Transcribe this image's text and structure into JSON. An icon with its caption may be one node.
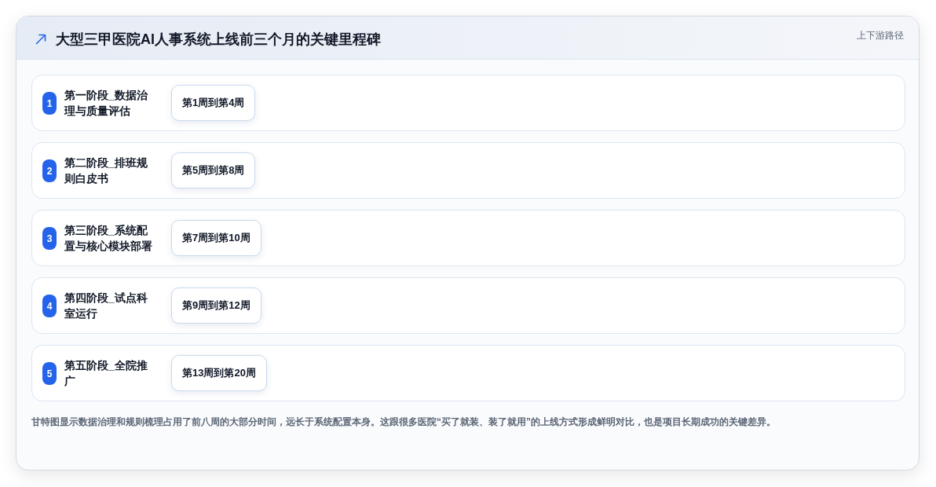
{
  "diagram": {
    "title": "大型三甲医院AI人事系统上线前三个月的关键里程碑",
    "caption": "甘特图显示数据治理和规则梳理占用了前八周的大部分时间，远长于系统配置本身。这跟很多医院“买了就装、装了就用”的上线方式形成鲜明对比，也是项目长期成功的关键差异。",
    "nodes": [
      {
        "text": [
          "第一阶段_数据治理与质量评估"
        ]
      },
      {
        "text": [
          "1"
        ],
        "in": 0
      },
      {
        "text": [
          "第1周到第4周"
        ],
        "in": 0
      },
      {
        "text": [
          "第二阶段_排班规则白皮书"
        ]
      },
      {
        "text": [
          "2"
        ],
        "in": 3
      },
      {
        "text": [
          "第5周到第8周"
        ],
        "in": 3
      },
      {
        "text": [
          "第三阶段_系统配置与核心模块部署"
        ]
      },
      {
        "text": [
          "3"
        ],
        "in": 6
      },
      {
        "text": [
          "第7周到第10周"
        ],
        "in": 6
      },
      {
        "text": [
          "第四阶段_试点科室运行"
        ]
      },
      {
        "text": [
          "4"
        ],
        "in": 9
      },
      {
        "text": [
          "第9周到第12周"
        ],
        "in": 9
      },
      {
        "text": [
          "第五阶段_全院推广"
        ]
      },
      {
        "text": [
          "5"
        ],
        "in": 12
      },
      {
        "text": [
          "第13周到第20周"
        ],
        "in": 12
      }
    ],
    "labels": [
      "上下游路径"
    ]
  }
}
